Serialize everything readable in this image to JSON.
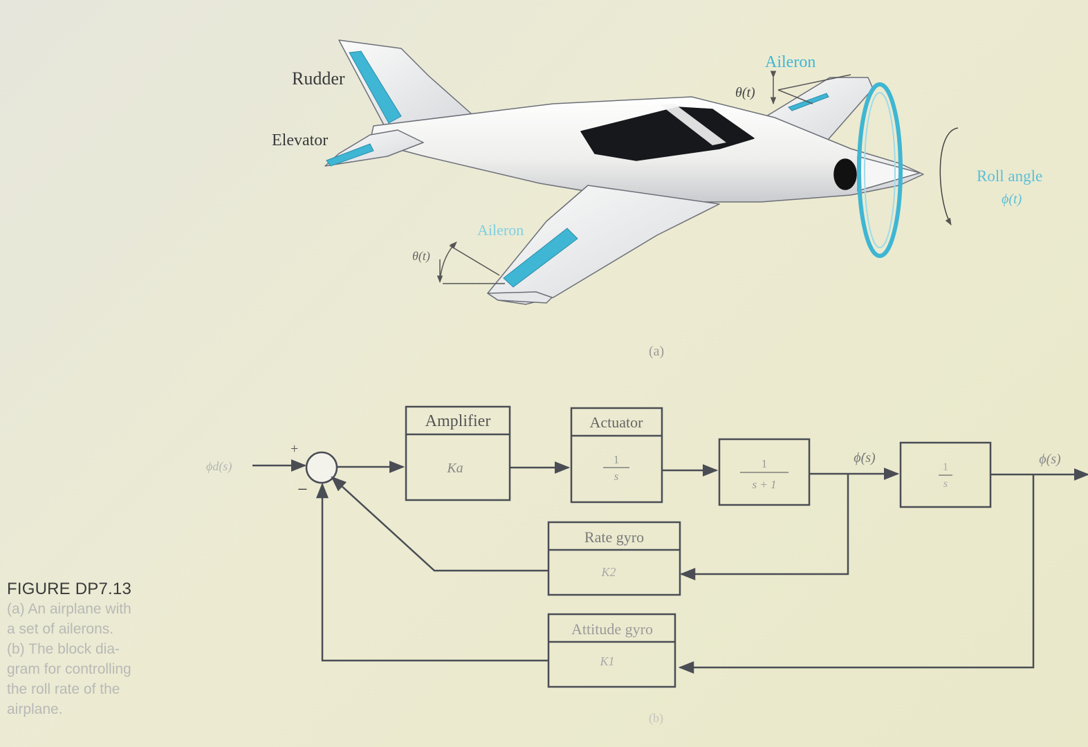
{
  "figure_a": {
    "rudder_label": "Rudder",
    "elevator_label": "Elevator",
    "aileron_top_label": "Aileron",
    "aileron_bottom_label": "Aileron",
    "theta_top_label": "θ(t)",
    "theta_bottom_label": "θ(t)",
    "roll_label_line1": "Roll angle",
    "roll_label_line2": "ϕ(t)",
    "panel_label": "(a)"
  },
  "figure_b": {
    "input_label": "ϕd(s)",
    "plus_sign": "+",
    "minus_sign": "−",
    "amplifier_title": "Amplifier",
    "amplifier_gain": "Ka",
    "actuator_title": "Actuator",
    "actuator_num": "1",
    "actuator_den": "s",
    "plant1_num": "1",
    "plant1_den": "s + 1",
    "phidot_label": "ϕ̇(s)",
    "integrator_num": "1",
    "integrator_den": "s",
    "output_label": "ϕ(s)",
    "rate_gyro_title": "Rate gyro",
    "rate_gyro_gain": "K2",
    "attitude_gyro_title": "Attitude gyro",
    "attitude_gyro_gain": "K1",
    "panel_label": "(b)"
  },
  "caption": {
    "title": "FIGURE DP7.13",
    "lines": [
      "(a) An airplane with",
      "a set of ailerons.",
      "(b) The block dia-",
      "gram for controlling",
      "the roll rate of the",
      "airplane."
    ]
  },
  "colors": {
    "accent_cyan": "#3fb6d3",
    "line_dark": "#4a4d54",
    "fuselage": "#f1f1ee",
    "canopy": "#17181c"
  }
}
